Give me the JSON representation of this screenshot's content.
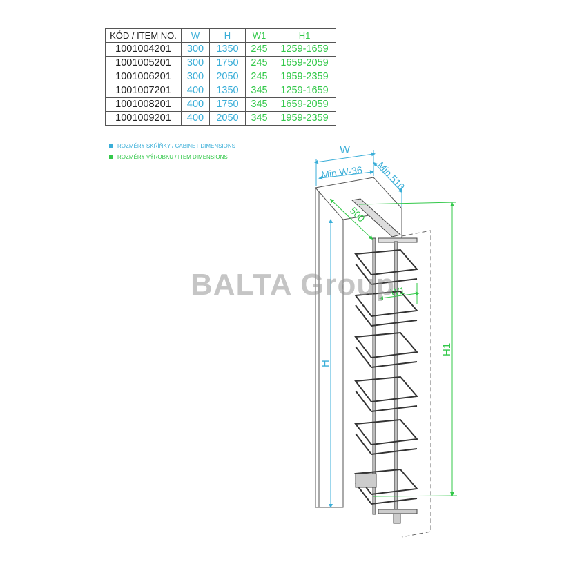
{
  "table": {
    "headers": [
      "KÓD / ITEM NO.",
      "W",
      "H",
      "W1",
      "H1"
    ],
    "rows": [
      [
        "1001004201",
        "300",
        "1350",
        "245",
        "1259-1659"
      ],
      [
        "1001005201",
        "300",
        "1750",
        "245",
        "1659-2059"
      ],
      [
        "1001006201",
        "300",
        "2050",
        "245",
        "1959-2359"
      ],
      [
        "1001007201",
        "400",
        "1350",
        "345",
        "1259-1659"
      ],
      [
        "1001008201",
        "400",
        "1750",
        "345",
        "1659-2059"
      ],
      [
        "1001009201",
        "400",
        "2050",
        "345",
        "1959-2359"
      ]
    ]
  },
  "legend": {
    "cabinet": "ROZMĚRY SKŘÍŇKY / CABINET DIMENSIONS",
    "item": "ROZMĚRY VÝROBKU / ITEM DIMENSIONS"
  },
  "drawing": {
    "w": "W",
    "min_w": "Min W-36",
    "min_depth": "Min 510",
    "depth": "500",
    "w1": "W1",
    "h": "H",
    "h1": "H1"
  },
  "watermark": "BALTA Group",
  "colors": {
    "cabinet": "#3aaed8",
    "item": "#33c84a"
  }
}
